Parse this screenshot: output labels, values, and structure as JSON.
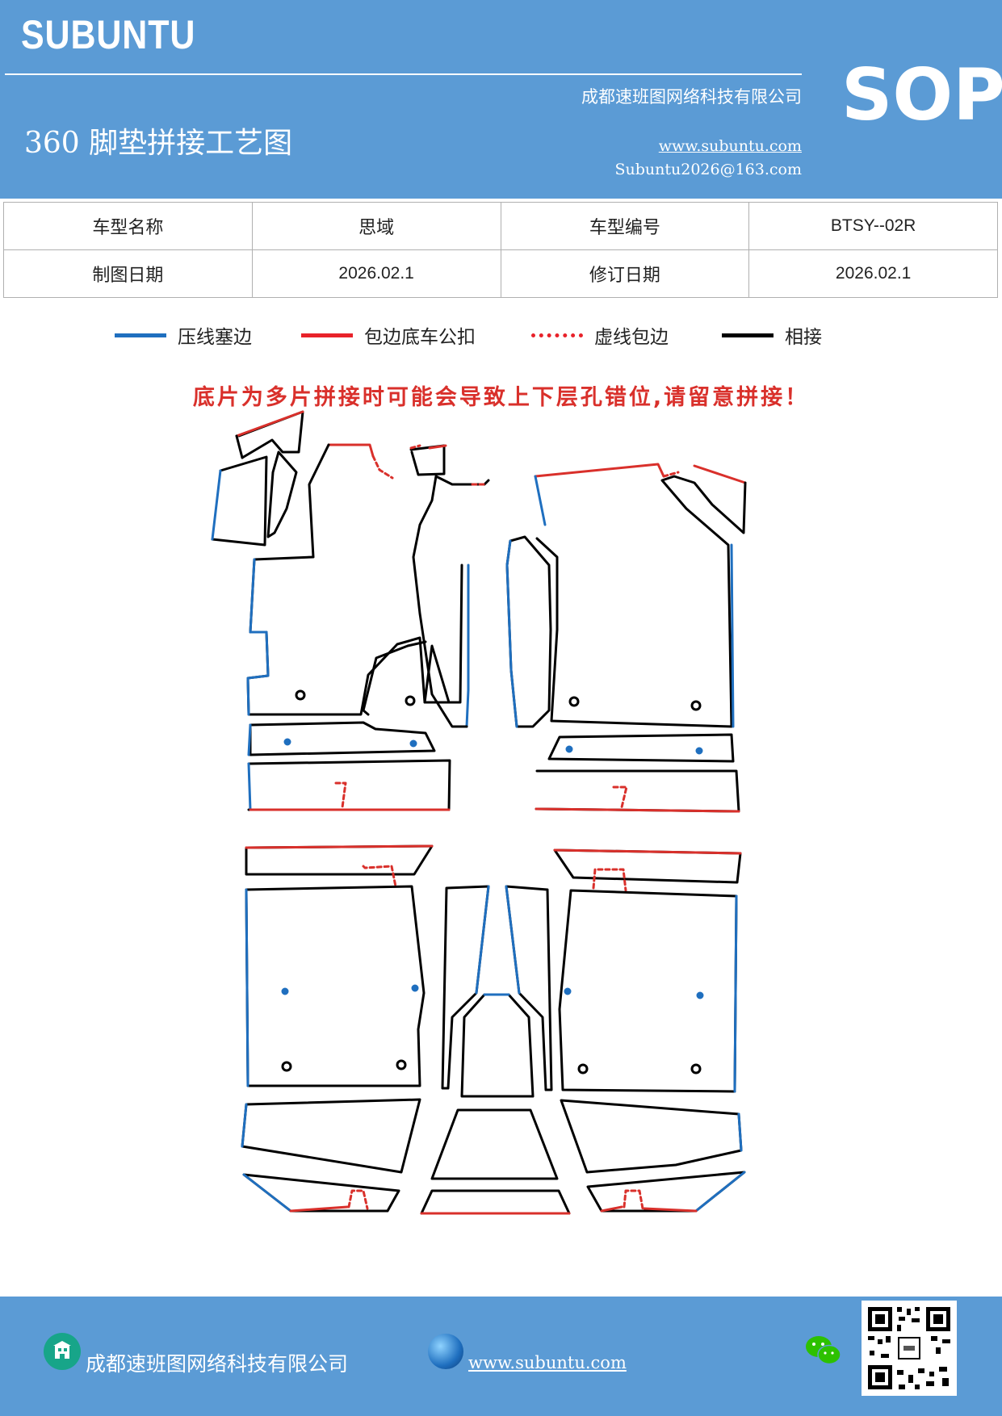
{
  "header": {
    "brand": "SUBUNTU",
    "company": "成都速班图网络科技有限公司",
    "title": "360 脚垫拼接工艺图",
    "website": "www.subuntu.com",
    "email": "Subuntu2026@163.com",
    "badge": "SOP",
    "bg_color": "#5b9bd5"
  },
  "info_table": {
    "rows": [
      [
        "车型名称",
        "思域",
        "车型编号",
        "BTSY--02R"
      ],
      [
        "制图日期",
        "2026.02.1",
        "修订日期",
        "2026.02.1"
      ]
    ]
  },
  "legend": [
    {
      "label": "压线塞边",
      "color": "#1f6fbf",
      "style": "solid"
    },
    {
      "label": "包边底车公扣",
      "color": "#e8222a",
      "style": "solid"
    },
    {
      "label": "虚线包边",
      "color": "#e8222a",
      "style": "dotted"
    },
    {
      "label": "相接",
      "color": "#000000",
      "style": "solid"
    }
  ],
  "warning": "底片为多片拼接时可能会导致上下层孔错位,请留意拼接！",
  "footer": {
    "company": "成都速班图网络科技有限公司",
    "website": "www.subuntu.com ",
    "icons": [
      "building-icon",
      "globe-icon",
      "wechat-icon",
      "qr-code"
    ]
  }
}
